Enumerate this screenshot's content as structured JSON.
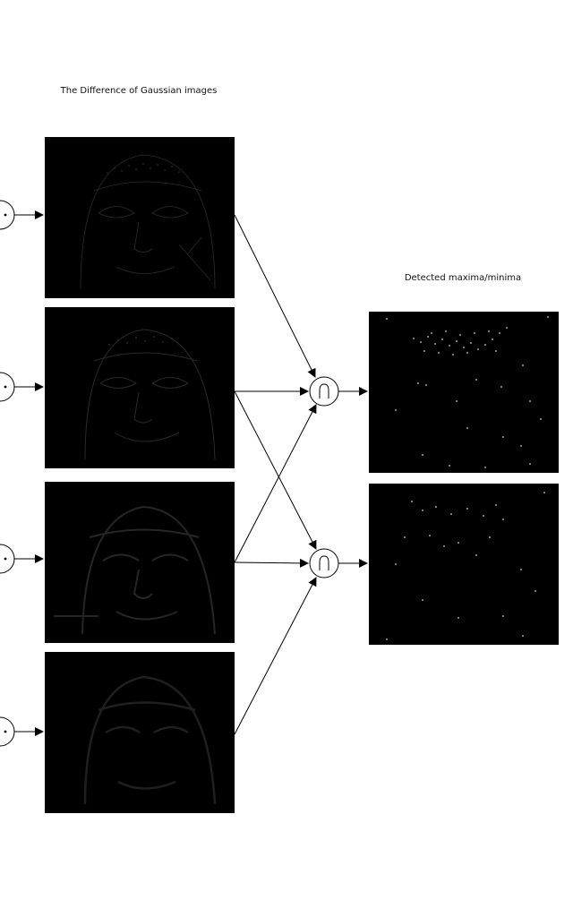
{
  "titles": {
    "dog": "The Difference of Gaussian images",
    "detected": "Detected maxima/minima"
  },
  "dog_panels": [
    {
      "id": "dog-1",
      "level": 1
    },
    {
      "id": "dog-2",
      "level": 2
    },
    {
      "id": "dog-3",
      "level": 3
    },
    {
      "id": "dog-4",
      "level": 4
    }
  ],
  "comparators": [
    {
      "id": "comparator-1",
      "inputs": [
        "dog-1",
        "dog-2",
        "dog-3"
      ],
      "output": "detected-1"
    },
    {
      "id": "comparator-2",
      "inputs": [
        "dog-2",
        "dog-3",
        "dog-4"
      ],
      "output": "detected-2"
    }
  ],
  "detected_panels": [
    {
      "id": "detected-1"
    },
    {
      "id": "detected-2"
    }
  ],
  "colors": {
    "panel_background": "#000000",
    "line": "#000000",
    "edge_faint": "#2a2a2a",
    "point": "#d8d8d8"
  }
}
